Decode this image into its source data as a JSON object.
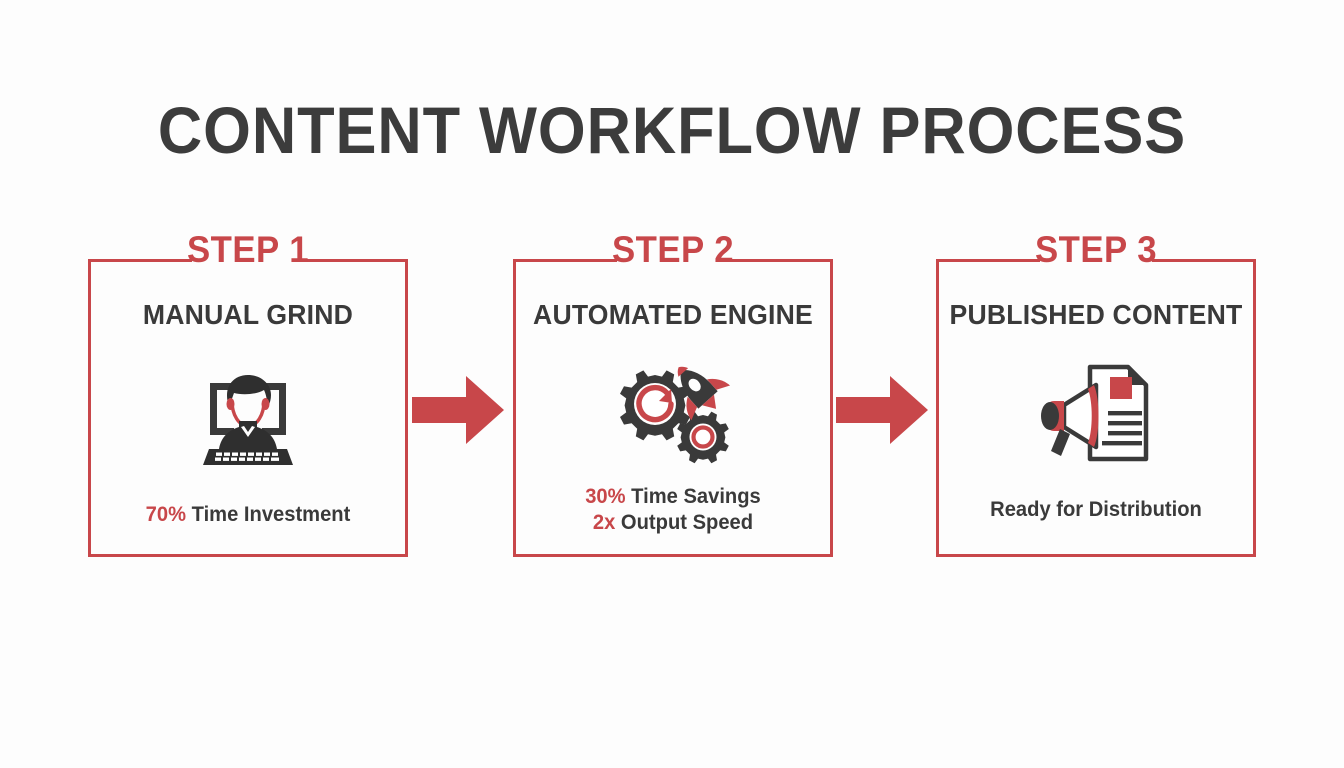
{
  "page": {
    "title": "CONTENT WORKFLOW PROCESS",
    "background_color": "#fdfdfd",
    "accent_color": "#c8474a",
    "text_color": "#3a3a3a"
  },
  "steps": [
    {
      "step_label": "STEP 1",
      "title": "MANUAL GRIND",
      "icon": "person-at-computer-icon",
      "stats": [
        {
          "value": "70%",
          "label": "Time Investment"
        }
      ]
    },
    {
      "step_label": "STEP 2",
      "title": "AUTOMATED ENGINE",
      "icon": "gears-rocket-icon",
      "stats": [
        {
          "value": "30%",
          "label": "Time Savings"
        },
        {
          "value": "2x",
          "label": "Output Speed"
        }
      ]
    },
    {
      "step_label": "STEP 3",
      "title": "PUBLISHED CONTENT",
      "icon": "megaphone-document-icon",
      "stats": [
        {
          "value": "",
          "label": "Ready for Distribution"
        }
      ]
    }
  ],
  "connectors": [
    {
      "name": "arrow-step1-to-step2",
      "direction": "right"
    },
    {
      "name": "arrow-step2-to-step3",
      "direction": "right"
    }
  ]
}
